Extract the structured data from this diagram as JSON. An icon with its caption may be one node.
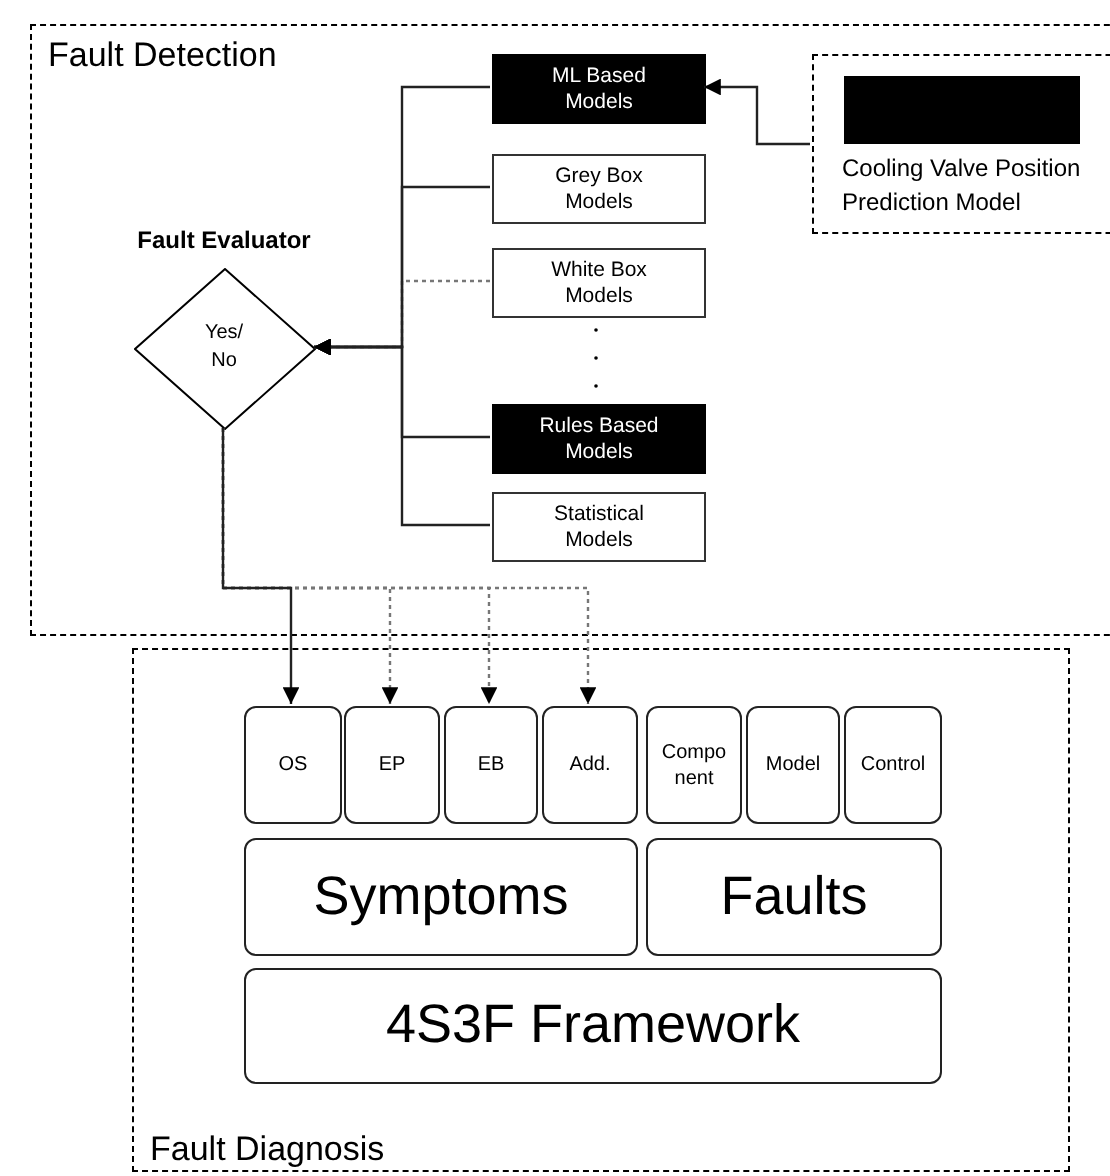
{
  "diagram": {
    "nodes": [
      {
        "text": [
          "Fault Detection"
        ]
      },
      {
        "text": [
          "ML Based Models"
        ],
        "in": 0
      },
      {
        "text": [
          "Grey Box Models"
        ],
        "in": 0
      },
      {
        "text": [
          "White Box Models"
        ],
        "in": 0
      },
      {
        "text": [
          "Rules Based Models"
        ],
        "in": 0
      },
      {
        "text": [
          "Statistical Models"
        ],
        "in": 0
      },
      {
        "text": [
          "Fault Evaluator",
          "Yes/ No"
        ],
        "in": 0
      },
      {
        "text": [
          "Cooling Valve Position Prediction Model"
        ],
        "in": 0
      },
      {
        "text": [],
        "shape": "box",
        "in": 7
      },
      {
        "text": [
          "Fault Diagnosis"
        ]
      },
      {
        "text": [
          "OS"
        ],
        "in": 9
      },
      {
        "text": [
          "EP"
        ],
        "in": 9
      },
      {
        "text": [
          "EB"
        ],
        "in": 9
      },
      {
        "text": [
          "Add."
        ],
        "in": 9
      },
      {
        "text": [
          "Compo nent"
        ],
        "in": 9
      },
      {
        "text": [
          "Model"
        ],
        "in": 9
      },
      {
        "text": [
          "Control"
        ],
        "in": 9
      },
      {
        "text": [
          "Symptoms"
        ],
        "in": 9
      },
      {
        "text": [
          "Faults"
        ],
        "in": 9
      },
      {
        "text": [
          "4S3F Framework"
        ],
        "in": 9
      }
    ],
    "edges": [
      {
        "from": 7,
        "to": 1,
        "arrow": "to"
      },
      {
        "from": 1,
        "to": 6,
        "arrow": "to"
      },
      {
        "from": 2,
        "to": 6,
        "arrow": "to"
      },
      {
        "from": 3,
        "to": 6,
        "arrow": "to",
        "style": "dashed"
      },
      {
        "from": 4,
        "to": 6,
        "arrow": "to"
      },
      {
        "from": 5,
        "to": 6,
        "arrow": "to"
      },
      {
        "from": 6,
        "to": 10,
        "arrow": "to"
      },
      {
        "from": 6,
        "to": 11,
        "arrow": "to",
        "style": "dashed"
      },
      {
        "from": 6,
        "to": 12,
        "arrow": "to",
        "style": "dashed"
      },
      {
        "from": 6,
        "to": 13,
        "arrow": "to",
        "style": "dashed"
      }
    ]
  }
}
